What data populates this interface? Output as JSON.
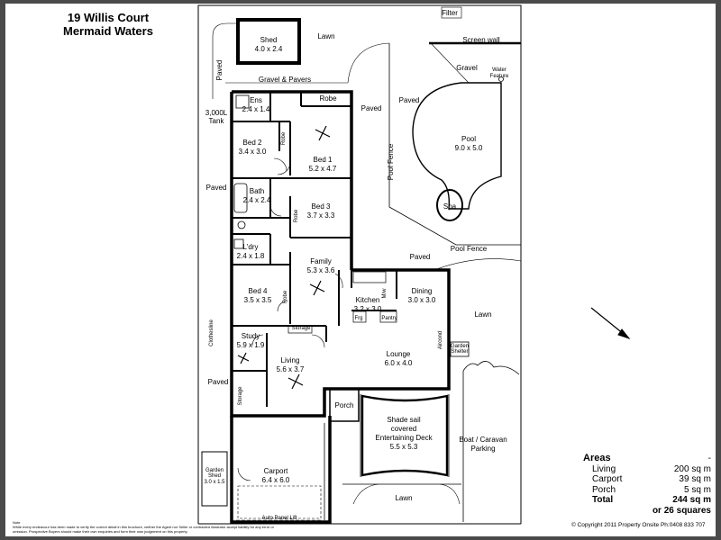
{
  "address": {
    "line1": "19 Willis Court",
    "line2": "Mermaid Waters"
  },
  "plan": {
    "filter": "Filter",
    "lawn_top": "Lawn",
    "lawn": "Lawn",
    "shed": {
      "name": "Shed",
      "size": "4.0 x 2.4"
    },
    "screen_wall": "Screen wall",
    "gravel": "Gravel",
    "water_feature_1": "Water",
    "water_feature_2": "Feature",
    "paved": "Paved",
    "gravel_pavers": "Gravel & Pavers",
    "pool": {
      "name": "Pool",
      "size": "9.0 x 5.0"
    },
    "spa": "Spa",
    "pool_fence": "Pool Fence",
    "ens": {
      "name": "Ens",
      "size": "2.4 x 1.4"
    },
    "robe": "Robe",
    "tank_1": "3,000L",
    "tank_2": "Tank",
    "bed1": {
      "name": "Bed 1",
      "size": "5.2 x 4.7"
    },
    "bed2": {
      "name": "Bed 2",
      "size": "3.4 x 3.0"
    },
    "bed3": {
      "name": "Bed 3",
      "size": "3.7 x 3.3"
    },
    "bed4": {
      "name": "Bed 4",
      "size": "3.5 x 3.5"
    },
    "bath": {
      "name": "Bath",
      "size": "2.4 x 2.4"
    },
    "ldry": {
      "name": "L'dry",
      "size": "2.4 x 1.8"
    },
    "family": {
      "name": "Family",
      "size": "5.3 x 3.6"
    },
    "dining": {
      "name": "Dining",
      "size": "3.0 x 3.0"
    },
    "kitchen": {
      "name": "Kitchen",
      "size": "3.2 x 3.0"
    },
    "mw": "M/w",
    "frg": "Frg",
    "pantry": "Pantry",
    "storage": "Storage",
    "clothesline": "Clothesline",
    "study": {
      "name": "Study",
      "size": "5.9 x 1.9"
    },
    "aircon": "Aircond",
    "garden_shelter_1": "Garden",
    "garden_shelter_2": "Shelter",
    "lounge": {
      "name": "Lounge",
      "size": "6.0 x 4.0"
    },
    "living": {
      "name": "Living",
      "size": "5.6 x 3.7"
    },
    "porch": "Porch",
    "deck": {
      "line1": "Shade sail",
      "line2": "covered",
      "line3": "Entertaining Deck",
      "size": "5.5 x 5.3"
    },
    "boat_line1": "Boat / Caravan",
    "boat_line2": "Parking",
    "garden_shed": {
      "name_1": "Garden",
      "name_2": "Shed",
      "size": "3.0 x 1.5"
    },
    "carport": {
      "name": "Carport",
      "size": "6.4 x 6.0"
    },
    "auto_panel_lift": "Auto Panel Lift"
  },
  "areas": {
    "heading": "Areas",
    "dash": "-",
    "living": {
      "label": "Living",
      "value": "200 sq m"
    },
    "carport": {
      "label": "Carport",
      "value": "39 sq m"
    },
    "porch": {
      "label": "Porch",
      "value": "5 sq m"
    },
    "total": {
      "label": "Total",
      "value": "244 sq m"
    },
    "squares": "or 26 squares"
  },
  "note": {
    "heading": "Note",
    "text": "While every endeavour has been made to verify the correct detail in this brochure, neither the Agent nor Seller or contracted illustrator accept liability for any error or omission. Prospective Buyers should make their own enquiries and form their own judgement on this property."
  },
  "copyright": "© Copyright 2011 Property Onsite Ph:0408 833 707"
}
